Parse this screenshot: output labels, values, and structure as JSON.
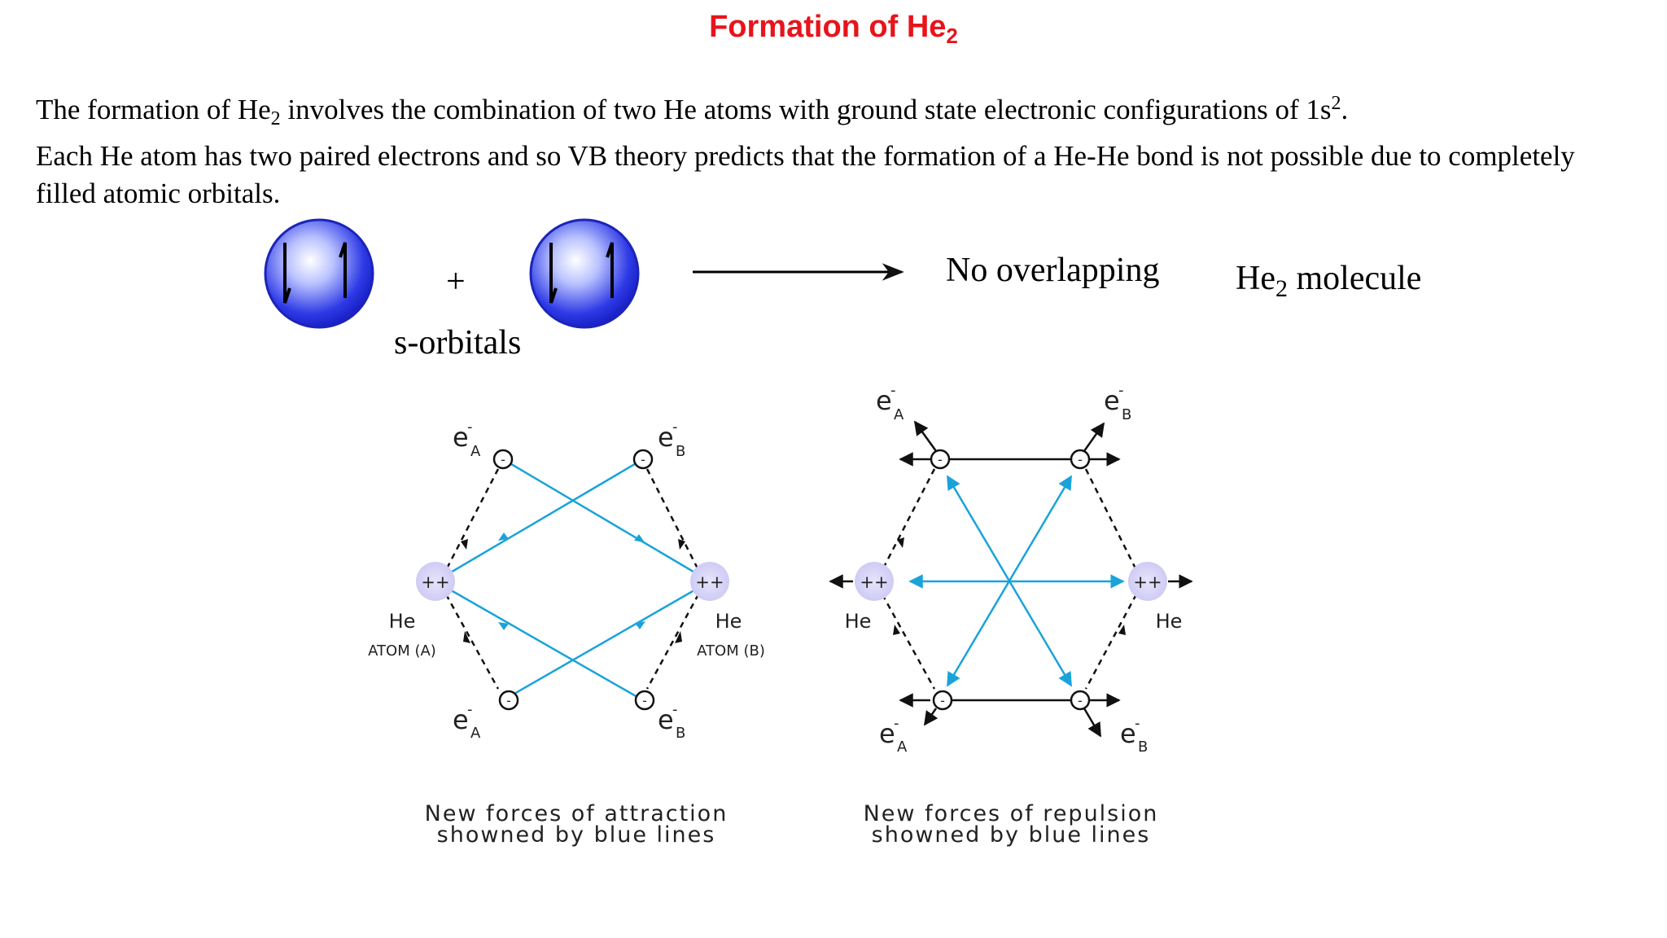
{
  "title": {
    "text": "Formation of He",
    "subscript": "2"
  },
  "paragraph": {
    "line1_a": "The formation of He",
    "line1_sub": "2",
    "line1_b": " involves the combination of two He atoms with ground state electronic configurations of 1s",
    "line1_sup": "2",
    "line1_c": ".",
    "line2": "Each He atom has two paired electrons and so VB theory predicts that the formation of a He-He bond is not possible due to completely filled atomic orbitals."
  },
  "equation": {
    "plus": "+",
    "orbitals_label": "s-orbitals",
    "result_text": "No overlapping",
    "molecule_a": "He",
    "molecule_sub": "2",
    "molecule_b": " molecule"
  },
  "attraction_diagram": {
    "nucleus_charge": "++",
    "electron_sign": "-",
    "electron_a": "e",
    "electron_a_sub": "A",
    "electron_b": "e",
    "electron_b_sub": "B",
    "electron_sup": "-",
    "atom_a_name": "He",
    "atom_a_tag": "ATOM (A)",
    "atom_b_name": "He",
    "atom_b_tag": "ATOM (B)",
    "caption_line1": "New forces of attraction",
    "caption_line2": "showned by blue lines"
  },
  "repulsion_diagram": {
    "nucleus_charge": "++",
    "electron_sign": "-",
    "electron_a": "e",
    "electron_a_sub": "A",
    "electron_b": "e",
    "electron_b_sub": "B",
    "electron_sup": "-",
    "atom_a_name": "He",
    "atom_b_name": "He",
    "caption_line1": "New forces of repulsion",
    "caption_line2": "showned by blue lines"
  },
  "colors": {
    "title": "#e8141b",
    "force_lines": "#1aa3d9",
    "nucleus_fill": "#d4d1f7",
    "orbital_blue": "#1e2bd9"
  }
}
